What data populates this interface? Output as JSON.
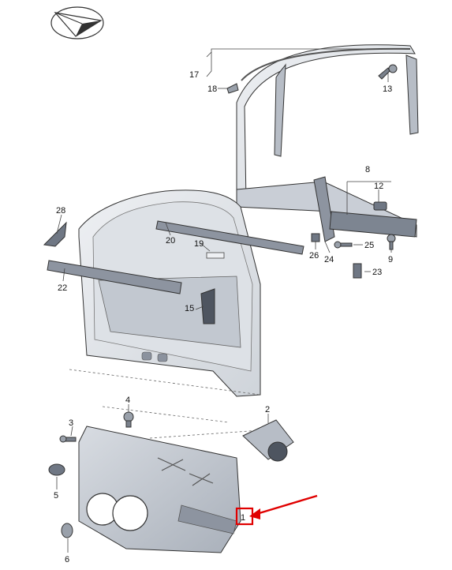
{
  "diagram": {
    "logo_icon": "paper-plane-icon",
    "highlight_color": "#e00000",
    "part_fill": "#c9ced6",
    "part_dark": "#6f7784",
    "labels": {
      "l1": "1",
      "l2": "2",
      "l3": "3",
      "l4": "4",
      "l5": "5",
      "l6": "6",
      "l8": "8",
      "l9": "9",
      "l12": "12",
      "l13": "13",
      "l15": "15",
      "l17": "17",
      "l18": "18",
      "l19": "19",
      "l20": "20",
      "l22": "22",
      "l23": "23",
      "l24": "24",
      "l25": "25",
      "l26": "26",
      "l28": "28"
    }
  }
}
